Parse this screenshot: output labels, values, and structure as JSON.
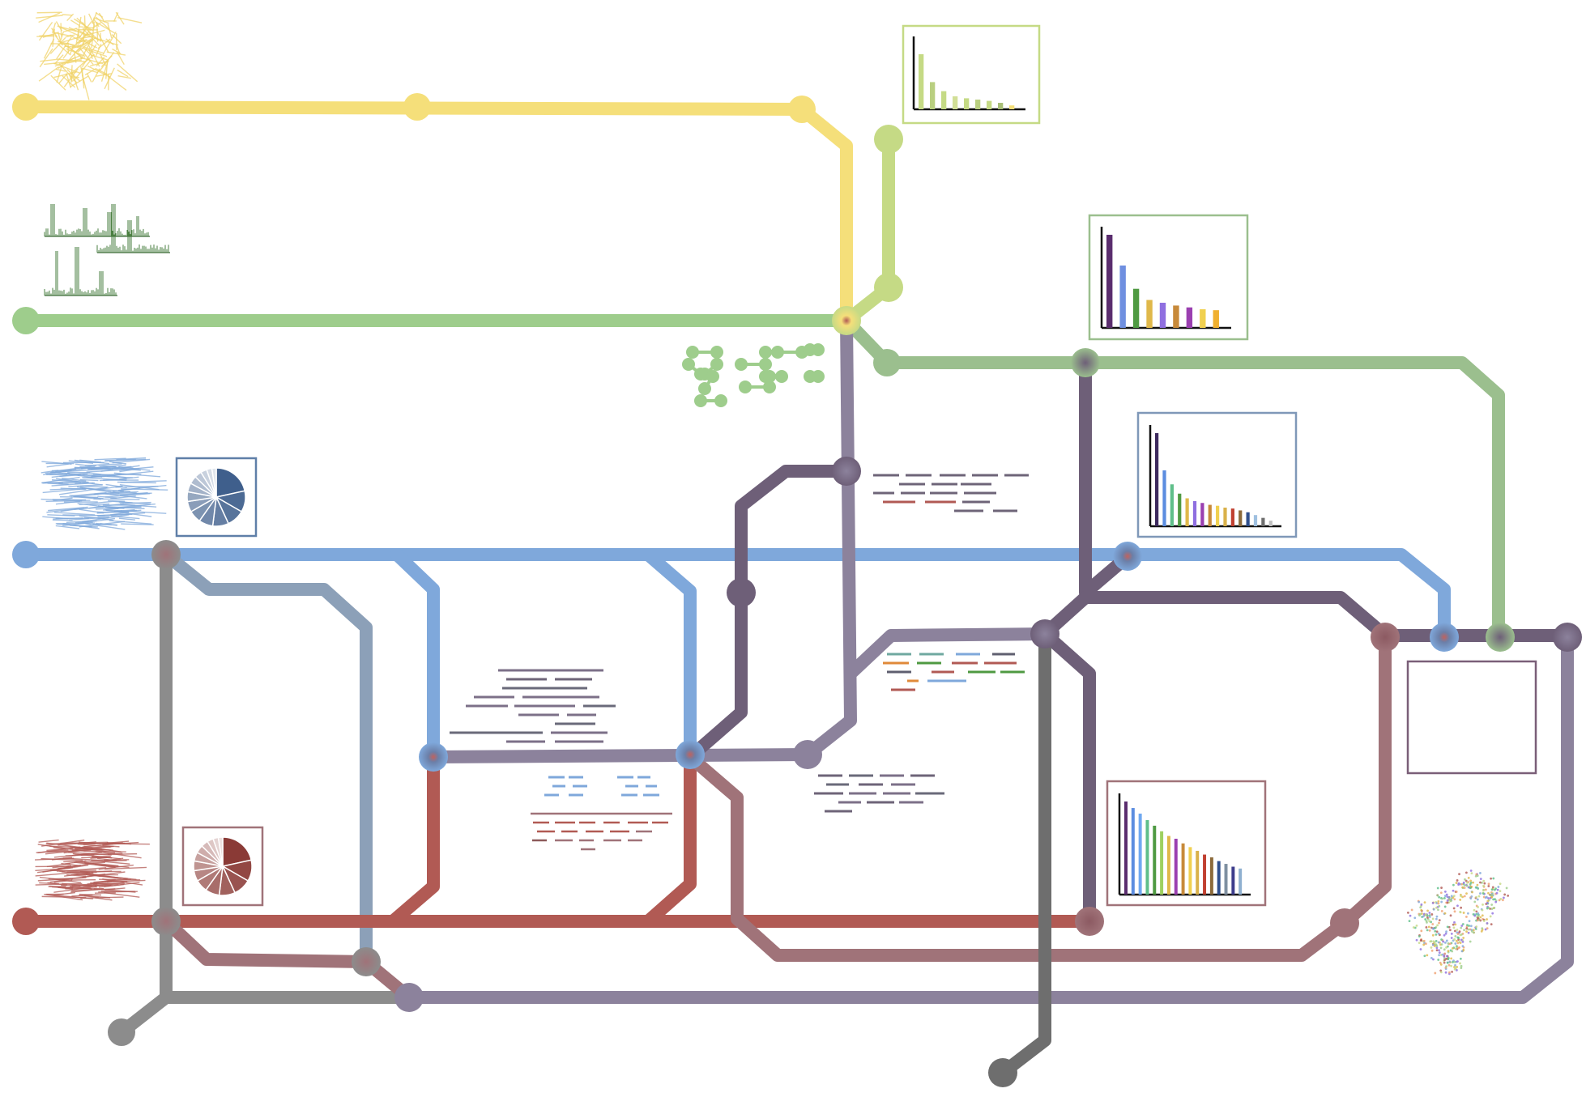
{
  "diagram": {
    "type": "metro-map workflow",
    "colors": {
      "yellow": "#f5df7a",
      "light_green": "#c5da85",
      "green": "#9ecd8c",
      "sage": "#9bbf8e",
      "blue": "#7fa8db",
      "steel": "#8ca0b8",
      "red": "#b15a54",
      "rose": "#a07379",
      "grey": "#8c8c8c",
      "dark_grey": "#6e6e6e",
      "purple": "#8c829c",
      "dark_purple": "#6e5f78"
    },
    "lines": [
      {
        "id": "yellow",
        "color": "#f5df7a"
      },
      {
        "id": "light-green",
        "color": "#c5da85"
      },
      {
        "id": "green",
        "color": "#9ecd8c"
      },
      {
        "id": "sage",
        "color": "#9bbf8e"
      },
      {
        "id": "blue",
        "color": "#7fa8db"
      },
      {
        "id": "steel",
        "color": "#8ca0b8"
      },
      {
        "id": "red",
        "color": "#b15a54"
      },
      {
        "id": "rose",
        "color": "#a07379"
      },
      {
        "id": "grey",
        "color": "#8c8c8c"
      },
      {
        "id": "dark-grey",
        "color": "#6e6e6e"
      },
      {
        "id": "purple",
        "color": "#8c829c"
      },
      {
        "id": "dark-purple",
        "color": "#6e5f78"
      }
    ],
    "bar_charts": [
      {
        "id": "yellow-green",
        "values": [
          0.85,
          0.42,
          0.28,
          0.2,
          0.17,
          0.15,
          0.13,
          0.1,
          0.06
        ],
        "colors": [
          "#c5da85",
          "#b9cf80",
          "#c5da85",
          "#d2df97",
          "#c5da85",
          "#b9cf80",
          "#c5da85",
          "#a9bf78",
          "#f5df7a"
        ]
      },
      {
        "id": "sage",
        "values": [
          1.0,
          0.67,
          0.42,
          0.3,
          0.27,
          0.24,
          0.22,
          0.2,
          0.19
        ],
        "colors": [
          "#5a2d6e",
          "#6f8fe0",
          "#4f9a42",
          "#e0b84a",
          "#8f6fe0",
          "#c78a3a",
          "#9a3fb0",
          "#f0d050",
          "#f0b030"
        ]
      },
      {
        "id": "blue",
        "values": [
          1.0,
          0.6,
          0.45,
          0.35,
          0.3,
          0.27,
          0.25,
          0.23,
          0.22,
          0.2,
          0.19,
          0.17,
          0.15,
          0.12,
          0.09,
          0.06
        ],
        "colors": [
          "#3d2a5e",
          "#5c8de0",
          "#5fbf8a",
          "#4f9a42",
          "#e0b84a",
          "#8f6fe0",
          "#9a3fb0",
          "#c78a3a",
          "#f0d050",
          "#d9b14a",
          "#c04030",
          "#8c6a3a",
          "#2f4f8c",
          "#9fc0e0",
          "#6e6e6e",
          "#c0c0c0"
        ]
      },
      {
        "id": "rose",
        "values": [
          1.0,
          0.93,
          0.87,
          0.8,
          0.74,
          0.68,
          0.63,
          0.6,
          0.55,
          0.51,
          0.47,
          0.43,
          0.4,
          0.36,
          0.33,
          0.3,
          0.28
        ],
        "colors": [
          "#5a2d6e",
          "#5c8de0",
          "#6fa8f0",
          "#5fbf8a",
          "#4f9a42",
          "#9ed060",
          "#e0b84a",
          "#9a3fb0",
          "#c78a3a",
          "#f0d050",
          "#d9b14a",
          "#c04030",
          "#8c6a3a",
          "#2f4f8c",
          "#7f8fa0",
          "#3d3d8c",
          "#8fb0d0"
        ]
      }
    ],
    "pie_charts": [
      {
        "id": "blue-pie",
        "color": "#3f5f8c",
        "slices": 14
      },
      {
        "id": "red-pie",
        "color": "#8a3a36",
        "slices": 14
      }
    ]
  }
}
